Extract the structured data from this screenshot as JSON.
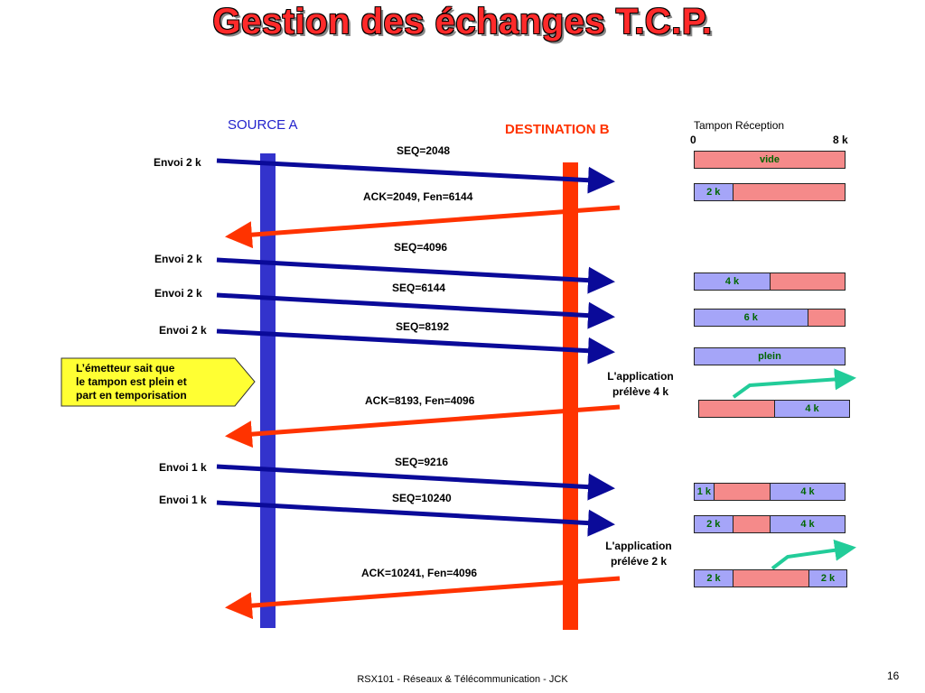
{
  "title": "Gestion des échanges T.C.P.",
  "source_label": "SOURCE A",
  "dest_label": "DESTINATION B",
  "buffer_header": {
    "title": "Tampon Réception",
    "min": "0",
    "max": "8 k"
  },
  "colors": {
    "source": "#3333cc",
    "destination": "#ff3300",
    "send_arrow": "#0a0a99",
    "ack_arrow": "#ff3300",
    "buffer_free": "#f58a8a",
    "buffer_used": "#a5a5f8",
    "app_arrow": "#22cc99",
    "callout": "#ffff33"
  },
  "sends": [
    {
      "label": "Envoi 2 k",
      "seq": "SEQ=2048"
    },
    {
      "label": "Envoi 2 k",
      "seq": "SEQ=4096"
    },
    {
      "label": "Envoi 2 k",
      "seq": "SEQ=6144"
    },
    {
      "label": "Envoi 2 k",
      "seq": "SEQ=8192"
    },
    {
      "label": "Envoi 1 k",
      "seq": "SEQ=9216"
    },
    {
      "label": "Envoi 1 k",
      "seq": "SEQ=10240"
    }
  ],
  "acks": [
    {
      "label": "ACK=2049, Fen=6144"
    },
    {
      "label": "ACK=8193, Fen=4096"
    },
    {
      "label": "ACK=10241, Fen=4096"
    }
  ],
  "callout": {
    "line1": "L’émetteur sait que",
    "line2": "le tampon est plein et",
    "line3": "part en temporisation"
  },
  "app_reads": [
    {
      "line1": "L'application",
      "line2": "prélève 4 k"
    },
    {
      "line1": "L'application",
      "line2": "préléve 2 k"
    }
  ],
  "buffers": [
    [
      {
        "kind": "free",
        "size": 8,
        "text": "vide"
      }
    ],
    [
      {
        "kind": "used",
        "size": 2,
        "text": "2 k"
      },
      {
        "kind": "free",
        "size": 6,
        "text": ""
      }
    ],
    [
      {
        "kind": "used",
        "size": 4,
        "text": "4 k"
      },
      {
        "kind": "free",
        "size": 4,
        "text": ""
      }
    ],
    [
      {
        "kind": "used",
        "size": 6,
        "text": "6 k"
      },
      {
        "kind": "free",
        "size": 2,
        "text": ""
      }
    ],
    [
      {
        "kind": "used",
        "size": 8,
        "text": "plein"
      }
    ],
    [
      {
        "kind": "free",
        "size": 4,
        "text": ""
      },
      {
        "kind": "used",
        "size": 4,
        "text": "4 k"
      }
    ],
    [
      {
        "kind": "used",
        "size": 1,
        "text": "1 k"
      },
      {
        "kind": "free",
        "size": 3,
        "text": ""
      },
      {
        "kind": "used",
        "size": 4,
        "text": "4 k"
      }
    ],
    [
      {
        "kind": "used",
        "size": 2,
        "text": "2 k"
      },
      {
        "kind": "free",
        "size": 2,
        "text": ""
      },
      {
        "kind": "used",
        "size": 4,
        "text": "4 k"
      }
    ],
    [
      {
        "kind": "used",
        "size": 2,
        "text": "2 k"
      },
      {
        "kind": "free",
        "size": 4,
        "text": ""
      },
      {
        "kind": "used",
        "size": 2,
        "text": "2 k"
      }
    ]
  ],
  "footer": "RSX101 - Réseaux & Télécommunication - JCK",
  "page_number": "16"
}
